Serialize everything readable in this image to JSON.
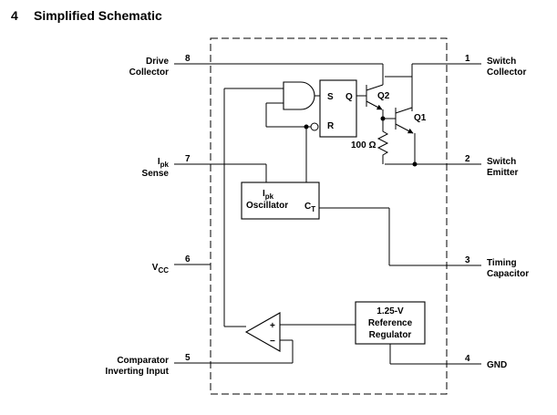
{
  "section": {
    "number": "4",
    "title": "Simplified Schematic"
  },
  "pins": {
    "drive_collector": {
      "number": "8",
      "label_lines": [
        "Drive",
        "Collector"
      ]
    },
    "ipk_sense": {
      "number": "7",
      "label_main": "I",
      "label_sub": "pk",
      "label_line2": "Sense"
    },
    "vcc": {
      "number": "6",
      "label_main": "V",
      "label_sub": "CC"
    },
    "comparator_inverting_input": {
      "number": "5",
      "label_lines": [
        "Comparator",
        "Inverting Input"
      ]
    },
    "switch_collector": {
      "number": "1",
      "label_lines": [
        "Switch",
        "Collector"
      ]
    },
    "switch_emitter": {
      "number": "2",
      "label_lines": [
        "Switch",
        "Emitter"
      ]
    },
    "timing_capacitor": {
      "number": "3",
      "label_lines": [
        "Timing",
        "Capacitor"
      ]
    },
    "gnd": {
      "number": "4",
      "label_lines": [
        "GND"
      ]
    }
  },
  "components": {
    "latch": {
      "set": "S",
      "reset": "R",
      "output": "Q"
    },
    "q2": "Q2",
    "q1": "Q1",
    "resistor": "100 Ω",
    "oscillator": {
      "main": "I",
      "sub": "pk",
      "line2": "Oscillator",
      "ct_main": "C",
      "ct_sub": "T"
    },
    "reference": {
      "lines": [
        "1.25-V",
        "Reference",
        "Regulator"
      ]
    },
    "comparator": {
      "plus": "+",
      "minus": "−"
    }
  }
}
